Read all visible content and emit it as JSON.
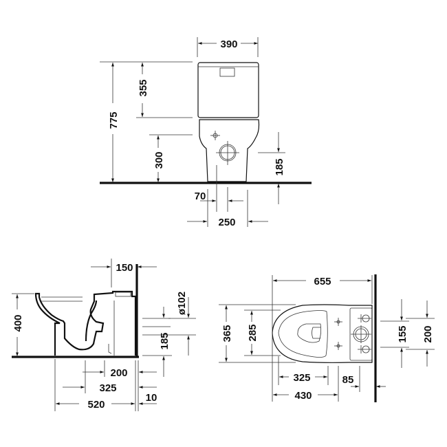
{
  "drawing": {
    "title": "Toilet dimension drawing",
    "colors": {
      "line": "#111111",
      "background": "#ffffff"
    },
    "front_view": {
      "dims": {
        "width_top": "390",
        "cistern_height": "355",
        "total_height": "775",
        "seat_height": "300",
        "outlet_height": "185",
        "outlet_offset": "70",
        "base_width": "250"
      }
    },
    "side_view": {
      "dims": {
        "rear_depth": "150",
        "height": "400",
        "outlet_diameter": "ø102",
        "outlet_height": "185",
        "dist_200": "200",
        "dist_325": "325",
        "depth_520": "520",
        "wall_gap": "10"
      }
    },
    "top_view": {
      "dims": {
        "length": "655",
        "width": "365",
        "seat_width": "285",
        "fixing_155": "155",
        "fixing_200": "200",
        "dist_325": "325",
        "dist_430": "430",
        "dist_85": "85"
      }
    }
  }
}
